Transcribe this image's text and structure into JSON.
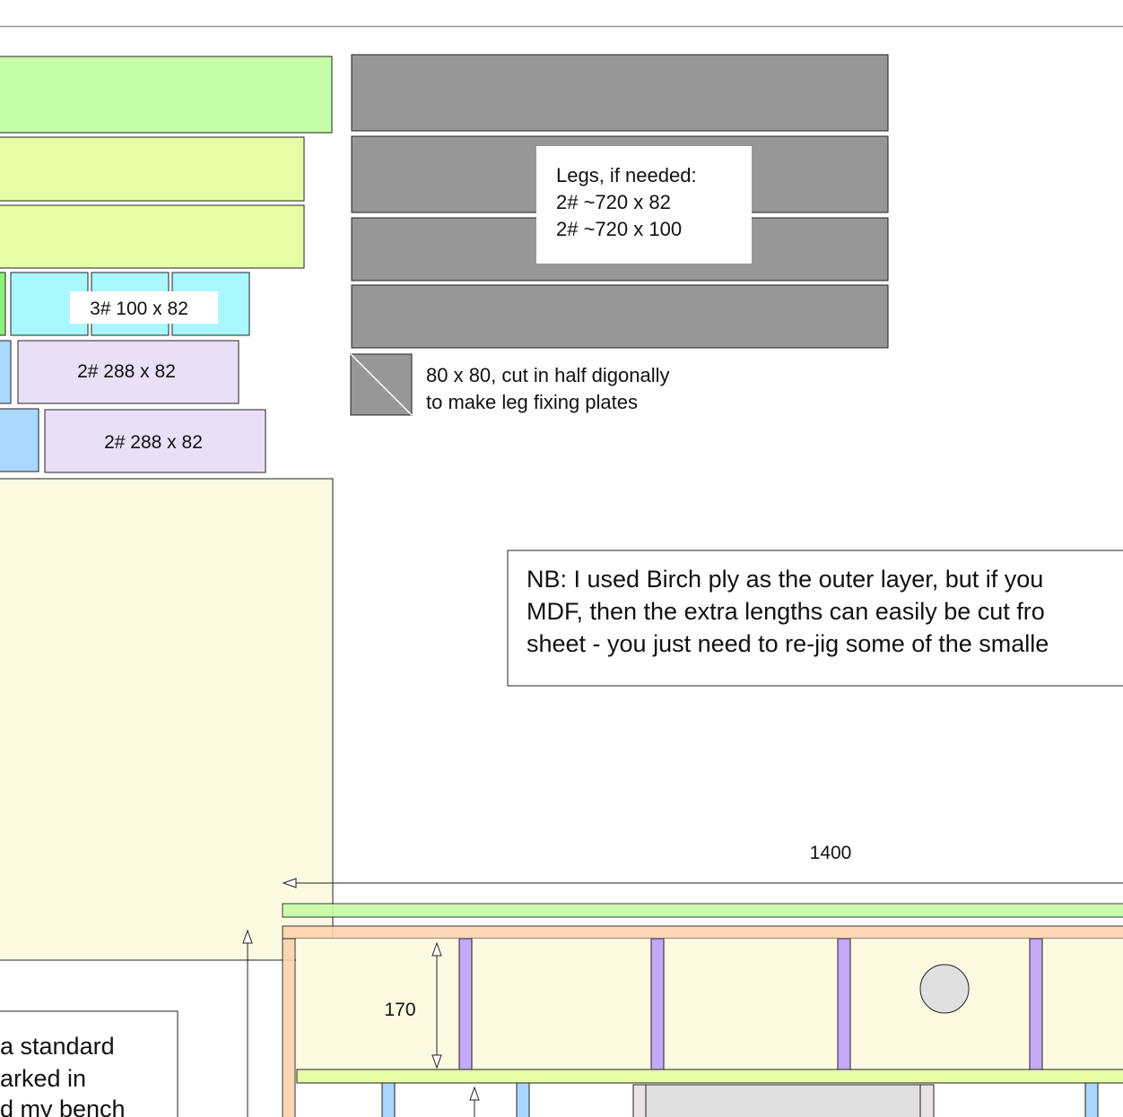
{
  "labels": {
    "legs_title": "Legs, if needed:",
    "legs_line1": "2# ~720 x 82",
    "legs_line2": "2# ~720 x 100",
    "small_blocks": "3# 100 x 82",
    "purple_1": "2# 288 x 82",
    "purple_2": "2# 288 x 82",
    "plate_line1": "80 x 80, cut in half digonally",
    "plate_line2": "to make leg fixing plates",
    "nb_line1": "NB: I used Birch ply as the outer layer, but if you",
    "nb_line2": "MDF, then the extra lengths can easily be cut fro",
    "nb_line3": "sheet - you just need to re-jig some of the smalle",
    "dim_width": "1400",
    "dim_height": "170",
    "left_note_line1": "a standard",
    "left_note_line2": "arked in",
    "left_note_line3": "d my bench"
  },
  "colors": {
    "green_light": "#c6fda7",
    "yellow_green": "#e6fda6",
    "cyan": "#aaf8fd",
    "purple_light": "#e9dff7",
    "blue_light": "#aad7fd",
    "cream": "#fcfae1",
    "grey": "#979797",
    "orange": "#fcd3ad",
    "violet": "#c3a9f7",
    "green_bright": "#8ef07a"
  }
}
